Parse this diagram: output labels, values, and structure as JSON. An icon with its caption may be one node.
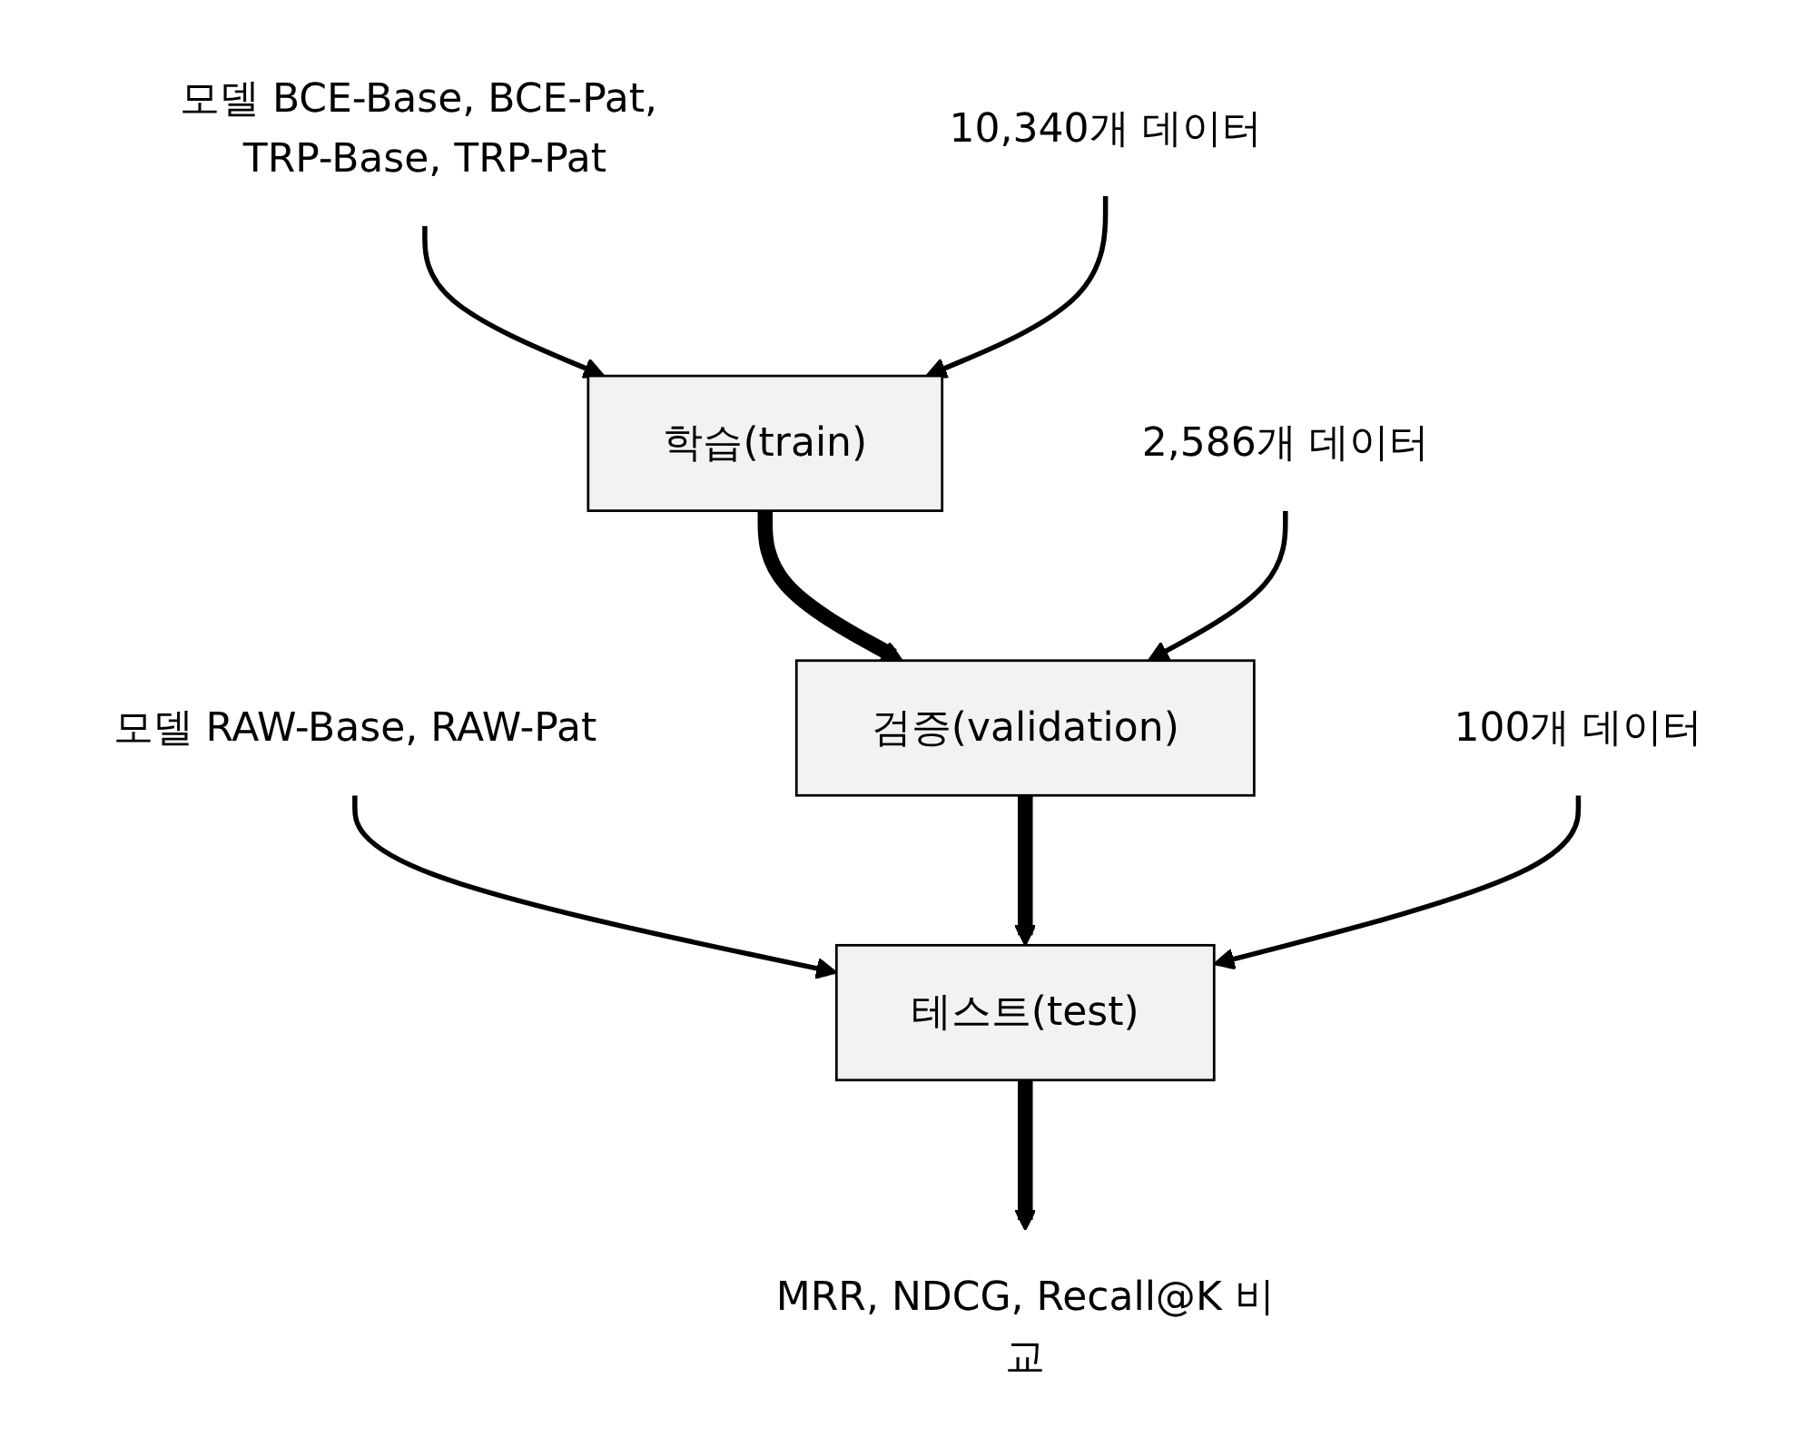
{
  "diagram": {
    "nodes": [
      {
        "text": [
          "모델 RAW-Base, RAW-Pat"
        ]
      },
      {
        "text": [
          "모델 BCE-Base, BCE-Pat, TRP-Base, TRP-Pat"
        ]
      },
      {
        "text": [
          "학습(train)"
        ]
      },
      {
        "text": [
          "검증(validation)"
        ]
      },
      {
        "text": [
          "테스트(test)"
        ]
      },
      {
        "text": [
          "10,340개 데이터"
        ]
      },
      {
        "text": [
          "2,586개 데이터"
        ]
      },
      {
        "text": [
          "100개 데이터"
        ]
      },
      {
        "text": [
          "MRR, NDCG, Recall@K 비교"
        ]
      }
    ],
    "edges": [
      {
        "from": 0,
        "to": 4,
        "arrow": "to"
      },
      {
        "from": 1,
        "to": 2,
        "arrow": "to"
      },
      {
        "from": 2,
        "to": 3,
        "arrow": "to",
        "style": "thick"
      },
      {
        "from": 3,
        "to": 4,
        "arrow": "to",
        "style": "thick"
      },
      {
        "from": 5,
        "to": 2,
        "arrow": "to"
      },
      {
        "from": 6,
        "to": 3,
        "arrow": "to"
      },
      {
        "from": 7,
        "to": 4,
        "arrow": "to"
      },
      {
        "from": 4,
        "to": 8,
        "arrow": "to",
        "style": "thick"
      }
    ]
  }
}
